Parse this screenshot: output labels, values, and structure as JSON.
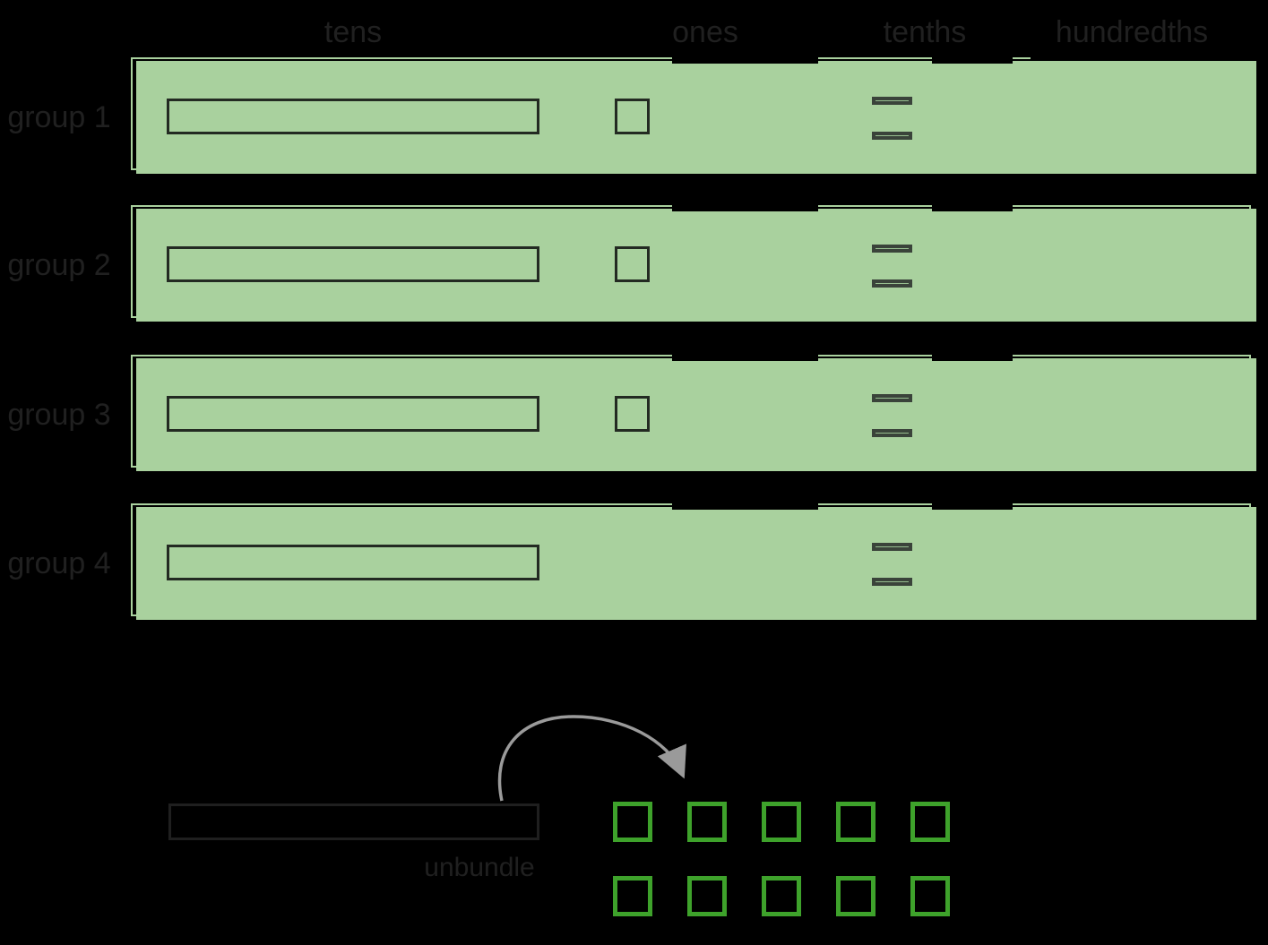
{
  "diagram_type": "place-value-blocks-divided-into-groups",
  "column_headers": [
    "tens",
    "ones",
    "tenths",
    "hundredths"
  ],
  "groups": [
    {
      "label": "group 1",
      "tens": 1,
      "ones": 1,
      "tenths": 2,
      "hundredths": 0
    },
    {
      "label": "group 2",
      "tens": 1,
      "ones": 1,
      "tenths": 2,
      "hundredths": 0
    },
    {
      "label": "group 3",
      "tens": 1,
      "ones": 1,
      "tenths": 2,
      "hundredths": 0
    },
    {
      "label": "group 4",
      "tens": 1,
      "ones": 0,
      "tenths": 2,
      "hundredths": 0
    }
  ],
  "unbundle": {
    "label": "unbundle",
    "tens_rods": 1,
    "unbundled_ones_total": 10,
    "ones_rows": 2,
    "ones_per_row": 5
  },
  "colors": {
    "background": "#000000",
    "band_fill": "#a9d19e",
    "block_stroke": "#232a22",
    "tenth_bar_fill": "#3a433a",
    "tenth_bar_inner_line": "#96bd8e",
    "unbundled_square_green": "#3ea22b",
    "arrow_gray": "#9a9a9a",
    "text_color": "#202020",
    "bottom_rod_stroke": "#1f1f1f"
  }
}
